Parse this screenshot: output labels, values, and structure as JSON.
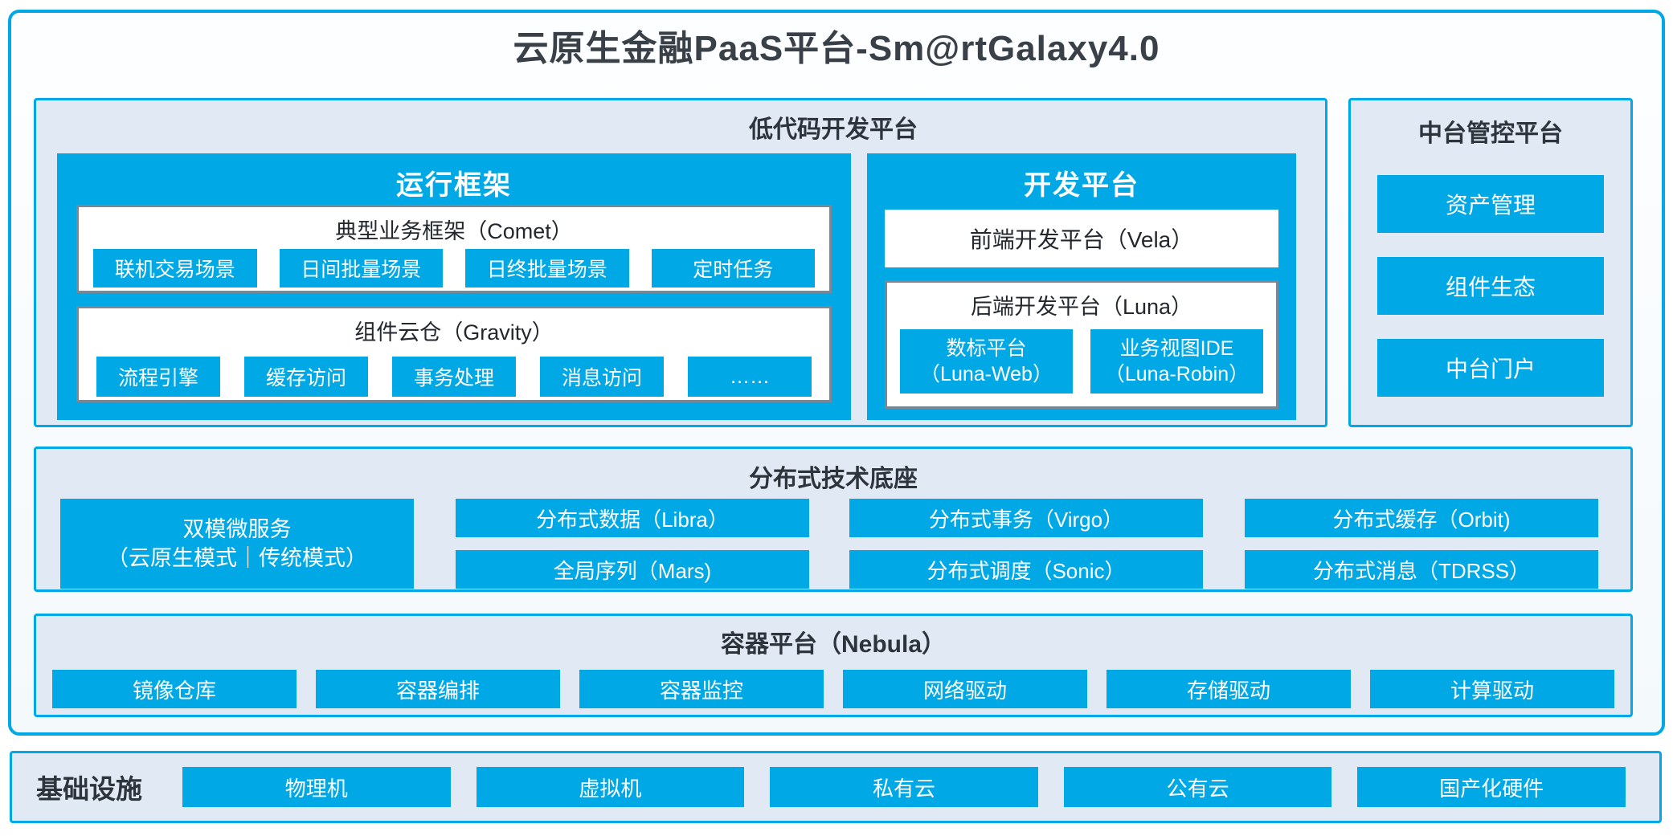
{
  "title": "云原生金融PaaS平台-Sm@rtGalaxy4.0",
  "colors": {
    "accent_blue": "#00A9E6",
    "section_bg": "#E1EAF4",
    "inner_border_gray": "#7B8794",
    "title_text": "#3A4048"
  },
  "lowcode": {
    "title": "低代码开发平台",
    "runtime": {
      "title": "运行框架",
      "comet": {
        "title": "典型业务框架（Comet）",
        "items": [
          "联机交易场景",
          "日间批量场景",
          "日终批量场景",
          "定时任务"
        ]
      },
      "gravity": {
        "title": "组件云仓（Gravity）",
        "items": [
          "流程引擎",
          "缓存访问",
          "事务处理",
          "消息访问",
          "……"
        ]
      }
    },
    "dev": {
      "title": "开发平台",
      "vela": "前端开发平台（Vela）",
      "luna": {
        "title": "后端开发平台（Luna）",
        "items": [
          {
            "line1": "数标平台",
            "line2": "（Luna-Web）"
          },
          {
            "line1": "业务视图IDE",
            "line2": "（Luna-Robin）"
          }
        ]
      }
    }
  },
  "midplatform": {
    "title": "中台管控平台",
    "items": [
      "资产管理",
      "组件生态",
      "中台门户"
    ]
  },
  "distributed": {
    "title": "分布式技术底座",
    "dual_mode": {
      "line1": "双模微服务",
      "line2": "（云原生模式｜传统模式）"
    },
    "grid": [
      [
        "分布式数据（Libra）",
        "全局序列（Mars)"
      ],
      [
        "分布式事务（Virgo）",
        "分布式调度（Sonic）"
      ],
      [
        "分布式缓存（Orbit)",
        "分布式消息（TDRSS）"
      ]
    ]
  },
  "container_platform": {
    "title": "容器平台（Nebula）",
    "items": [
      "镜像仓库",
      "容器编排",
      "容器监控",
      "网络驱动",
      "存储驱动",
      "计算驱动"
    ]
  },
  "infrastructure": {
    "label": "基础设施",
    "items": [
      "物理机",
      "虚拟机",
      "私有云",
      "公有云",
      "国产化硬件"
    ]
  }
}
